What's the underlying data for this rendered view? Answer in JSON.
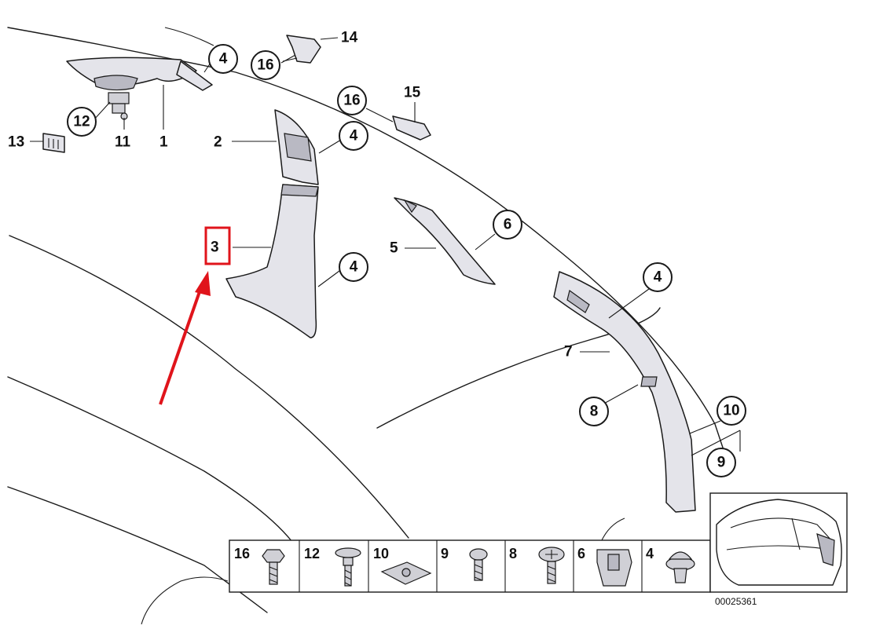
{
  "diagram": {
    "reference_number": "00025361",
    "callouts": [
      "4",
      "16",
      "16",
      "12",
      "4",
      "6",
      "4",
      "4",
      "8",
      "10",
      "9"
    ],
    "labels": [
      "14",
      "15",
      "13",
      "11",
      "1",
      "2",
      "3",
      "5",
      "7"
    ],
    "highlighted_label": "3",
    "parts_table": [
      "16",
      "12",
      "10",
      "9",
      "8",
      "6",
      "4"
    ]
  }
}
